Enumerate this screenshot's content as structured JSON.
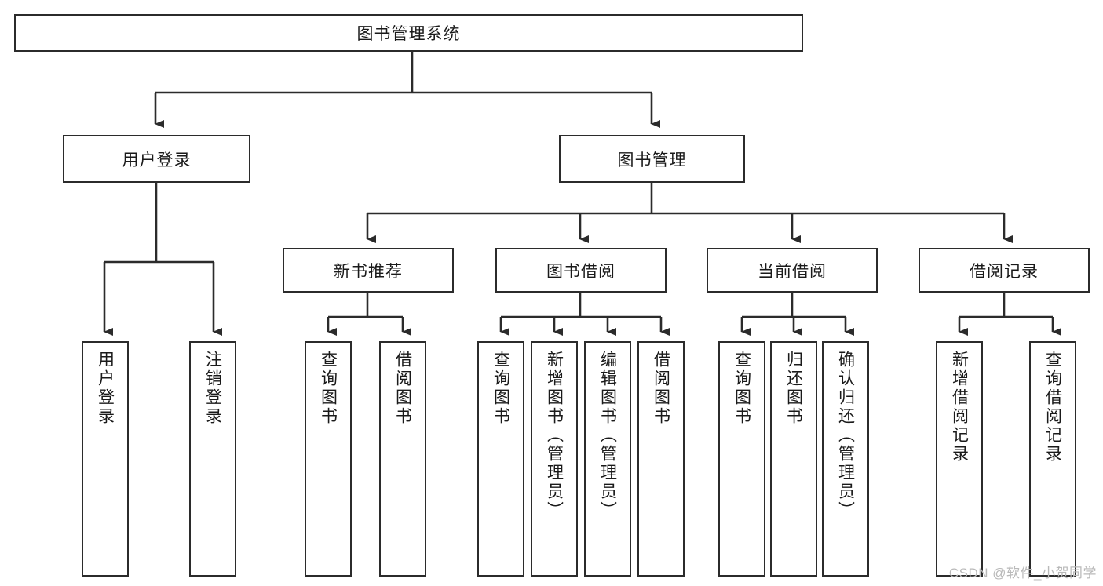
{
  "diagram": {
    "title": "图书管理系统",
    "root": {
      "id": "root",
      "label": "图书管理系统"
    },
    "level1": [
      {
        "id": "user-login",
        "label": "用户登录"
      },
      {
        "id": "book-manage",
        "label": "图书管理"
      }
    ],
    "level2": [
      {
        "id": "new-book-rec",
        "label": "新书推荐",
        "parent": "book-manage"
      },
      {
        "id": "book-borrow",
        "label": "图书借阅",
        "parent": "book-manage"
      },
      {
        "id": "current-borrow",
        "label": "当前借阅",
        "parent": "book-manage"
      },
      {
        "id": "borrow-record",
        "label": "借阅记录",
        "parent": "book-manage"
      }
    ],
    "leaves": [
      {
        "id": "leaf-user-login",
        "label": "用户登录",
        "parent": "user-login"
      },
      {
        "id": "leaf-logout",
        "label": "注销登录",
        "parent": "user-login"
      },
      {
        "id": "leaf-query-book-1",
        "label": "查询图书",
        "parent": "new-book-rec"
      },
      {
        "id": "leaf-borrow-book-1",
        "label": "借阅图书",
        "parent": "new-book-rec"
      },
      {
        "id": "leaf-query-book-2",
        "label": "查询图书",
        "parent": "book-borrow"
      },
      {
        "id": "leaf-add-book",
        "label": "新增图书（管理员）",
        "parent": "book-borrow"
      },
      {
        "id": "leaf-edit-book",
        "label": "编辑图书（管理员）",
        "parent": "book-borrow"
      },
      {
        "id": "leaf-borrow-book-2",
        "label": "借阅图书",
        "parent": "book-borrow"
      },
      {
        "id": "leaf-query-book-3",
        "label": "查询图书",
        "parent": "current-borrow"
      },
      {
        "id": "leaf-return-book",
        "label": "归还图书",
        "parent": "current-borrow"
      },
      {
        "id": "leaf-confirm-return",
        "label": "确认归还（管理员）",
        "parent": "current-borrow"
      },
      {
        "id": "leaf-add-record",
        "label": "新增借阅记录",
        "parent": "borrow-record"
      },
      {
        "id": "leaf-query-record",
        "label": "查询借阅记录",
        "parent": "borrow-record"
      }
    ],
    "watermark": "CSDN @软件_小贺同学",
    "colors": {
      "stroke": "#2b2b2b",
      "fill": "#ffffff",
      "text": "#1a1a1a",
      "watermark": "#b9b9b9"
    }
  }
}
